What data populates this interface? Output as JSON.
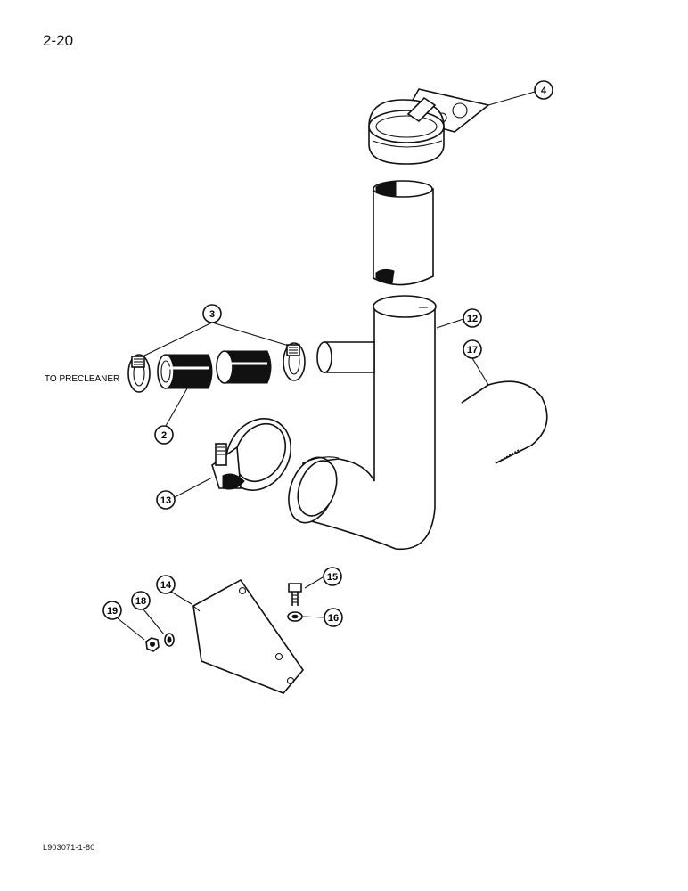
{
  "page": {
    "number": "2-20",
    "drawing_code": "L903071-1-80"
  },
  "labels": {
    "to_precleaner": "TO PRECLEANER"
  },
  "callouts": [
    {
      "id": "c4",
      "label": "4"
    },
    {
      "id": "c3",
      "label": "3"
    },
    {
      "id": "c12",
      "label": "12"
    },
    {
      "id": "c17",
      "label": "17"
    },
    {
      "id": "c2",
      "label": "2"
    },
    {
      "id": "c13",
      "label": "13"
    },
    {
      "id": "c15",
      "label": "15"
    },
    {
      "id": "c14",
      "label": "14"
    },
    {
      "id": "c16",
      "label": "16"
    },
    {
      "id": "c18",
      "label": "18"
    },
    {
      "id": "c19",
      "label": "19"
    }
  ]
}
